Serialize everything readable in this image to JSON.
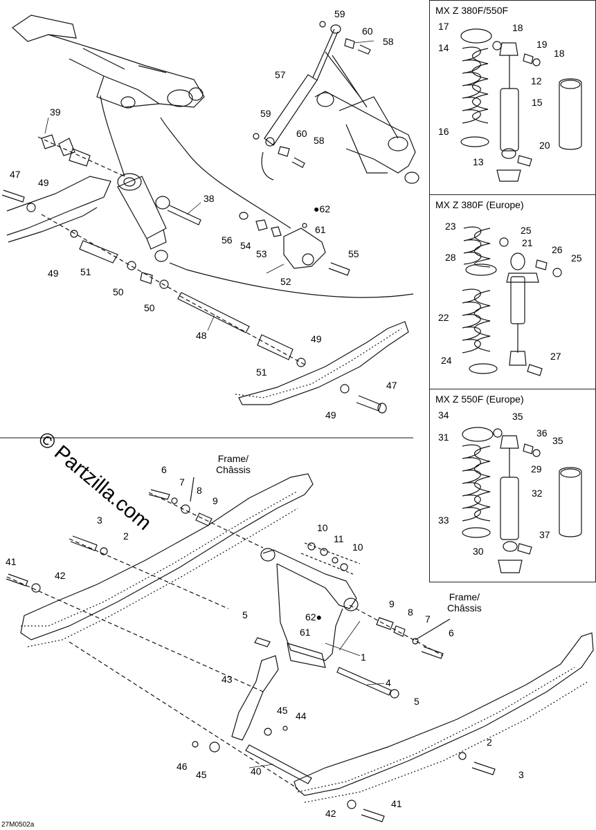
{
  "watermark": "© Partzilla.com",
  "diagram_code": "27M0502a",
  "boxes": [
    {
      "title": "MX Z 380F/550F"
    },
    {
      "title": "MX Z 380F (Europe)"
    },
    {
      "title": "MX Z 550F (Europe)"
    }
  ],
  "frame_label_1": "Frame/\nChâssis",
  "frame_label_2": "Frame/\nChâssis",
  "parts_top": [
    "59",
    "60",
    "58",
    "57",
    "59",
    "60",
    "58",
    "39",
    "47",
    "49",
    "38",
    "62",
    "56",
    "54",
    "53",
    "61",
    "55",
    "52",
    "49",
    "51",
    "50",
    "50",
    "48",
    "49",
    "51",
    "47",
    "49"
  ],
  "parts_box1": [
    "17",
    "18",
    "14",
    "19",
    "18",
    "12",
    "15",
    "16",
    "20",
    "13"
  ],
  "parts_box2": [
    "23",
    "25",
    "21",
    "28",
    "26",
    "25",
    "22",
    "24",
    "27"
  ],
  "parts_box3": [
    "34",
    "35",
    "31",
    "36",
    "35",
    "29",
    "32",
    "33",
    "37",
    "30"
  ],
  "parts_bottom": [
    "6",
    "7",
    "8",
    "9",
    "3",
    "2",
    "41",
    "42",
    "10",
    "11",
    "10",
    "1",
    "62",
    "61",
    "5",
    "9",
    "8",
    "7",
    "6",
    "4",
    "5",
    "43",
    "45",
    "44",
    "46",
    "45",
    "40",
    "2",
    "3",
    "42",
    "41"
  ]
}
